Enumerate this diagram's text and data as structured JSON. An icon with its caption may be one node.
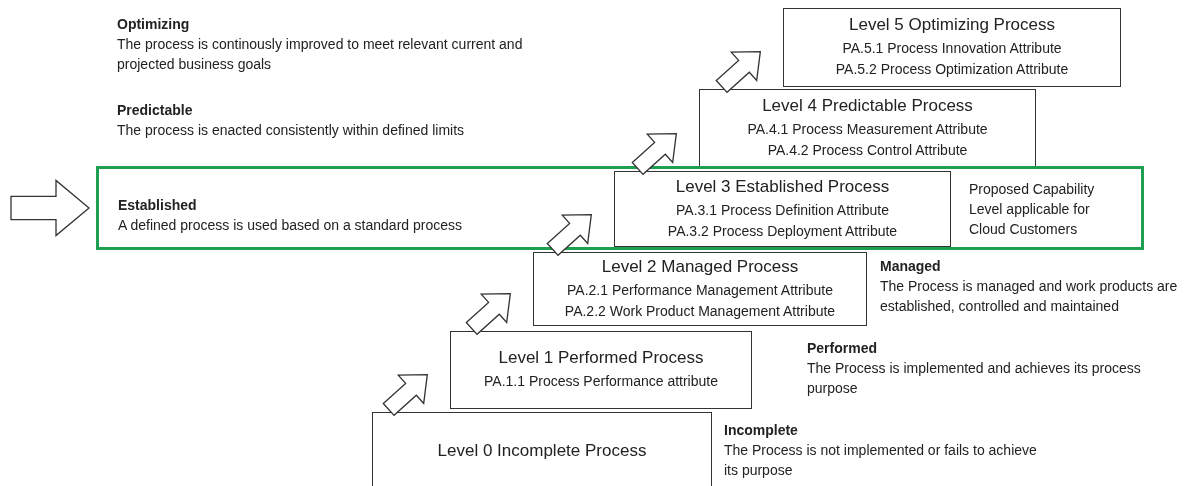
{
  "diagram": {
    "nodes": [
      {
        "text": [
          "Level 5 Optimizing Process",
          "PA.5.1 Process Innovation Attribute",
          "PA.5.2 Process Optimization Attribute"
        ],
        "beside": [
          "Optimizing",
          "The process is continously improved to meet relevant current and projected business goals"
        ]
      },
      {
        "text": [
          "Level 4 Predictable Process",
          "PA.4.1 Process Measurement Attribute",
          "PA.4.2 Process Control Attribute"
        ],
        "beside": [
          "Predictable",
          "The process is enacted consistently within defined limits"
        ]
      },
      {
        "text": [
          "Established",
          "A defined process is used based on a standard process",
          "Proposed Capability Level applicable for Cloud Customers"
        ]
      },
      {
        "text": [
          "Level 3 Established Process",
          "PA.3.1 Process Definition Attribute",
          "PA.3.2 Process Deployment Attribute"
        ],
        "in": 2
      },
      {
        "text": [
          "Level 2 Managed Process",
          "PA.2.1 Performance Management Attribute",
          "PA.2.2 Work Product Management Attribute"
        ],
        "beside": [
          "Managed",
          "The Process is managed and work products are established, controlled and maintained"
        ]
      },
      {
        "text": [
          "Level 1 Performed Process",
          "PA.1.1 Process Performance attribute"
        ],
        "beside": [
          "Performed",
          "The Process is implemented and achieves its process purpose"
        ]
      },
      {
        "text": [
          "Level 0 Incomplete Process"
        ],
        "beside": [
          "Incomplete",
          "The Process is not implemented or fails to achieve its purpose"
        ]
      }
    ],
    "edges": [
      {
        "from": 6,
        "to": 5,
        "arrow": "to"
      },
      {
        "from": 5,
        "to": 4,
        "arrow": "to"
      },
      {
        "from": 4,
        "to": 3,
        "arrow": "to"
      },
      {
        "from": 3,
        "to": 1,
        "arrow": "to"
      },
      {
        "from": 1,
        "to": 0,
        "arrow": "to"
      },
      {
        "from": null,
        "to": 2,
        "arrow": "to"
      }
    ]
  }
}
